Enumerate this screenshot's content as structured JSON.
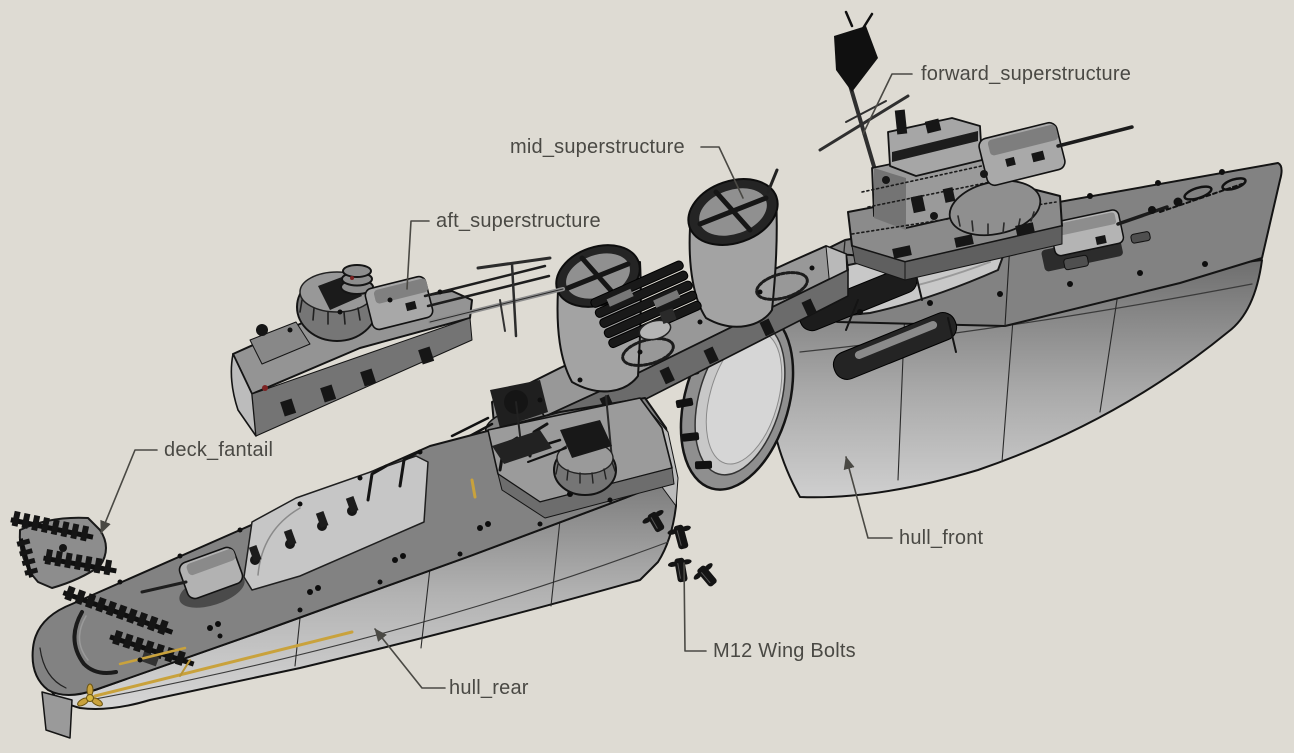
{
  "scene": {
    "description": "exploded 3D view of a model destroyer kit with part callouts",
    "view": "isometric"
  },
  "colors": {
    "background": "#dedbd3",
    "label_text": "#4a4944",
    "part_gray": "#9a9a9a",
    "deck_gray": "#828282",
    "dark_detail": "#161616",
    "edge_black": "#141414",
    "interior_light": "#c8c8c8",
    "hull_light": "#c9c9c9",
    "brass_yellow": "#c9a23c",
    "accent_red": "#7c2222"
  },
  "labels": {
    "forward_superstructure": {
      "text": "forward_superstructure"
    },
    "mid_superstructure": {
      "text": "mid_superstructure"
    },
    "aft_superstructure": {
      "text": "aft_superstructure"
    },
    "deck_fantail": {
      "text": "deck_fantail"
    },
    "hull_front": {
      "text": "hull_front"
    },
    "m12_wing_bolts": {
      "text": "M12 Wing Bolts"
    },
    "hull_rear": {
      "text": "hull_rear"
    }
  }
}
